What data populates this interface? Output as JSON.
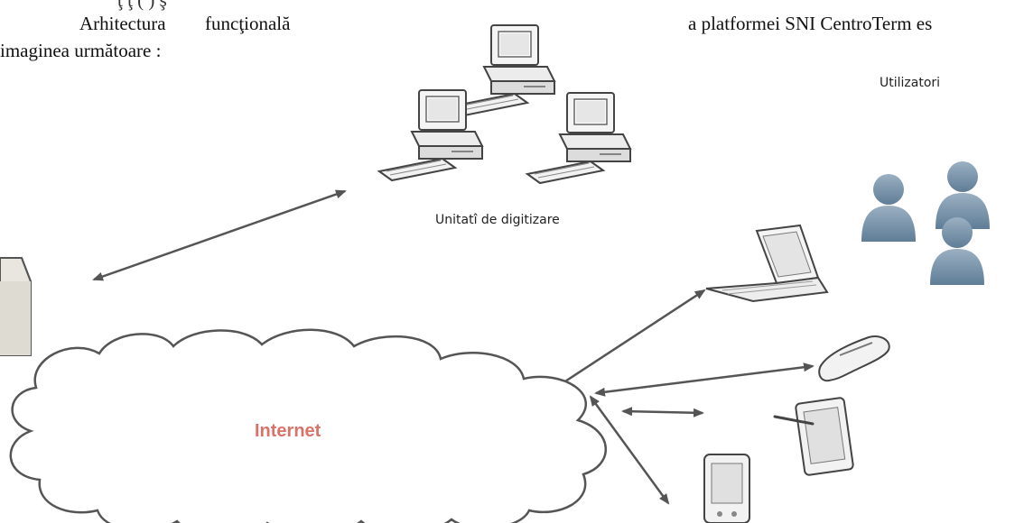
{
  "text": {
    "top_cut": "ţ ţ ( ) ş",
    "line1_left": "Arhitectura",
    "line1_mid": "funcţională",
    "line1_right": "a platformei SNI CentroTerm es",
    "line2": "imaginea următoare :"
  },
  "labels": {
    "users": "Utilizatori",
    "digitizers": "Unitatî de digitizare",
    "cloud": "Internet"
  },
  "colors": {
    "cloud_text": "#d9736a",
    "user_fill": "#7f97ad",
    "line": "#555555"
  },
  "icons": [
    "desktop-computer-icon",
    "laptop-icon",
    "mobile-phone-icon",
    "tablet-icon",
    "pda-icon",
    "users-group-icon",
    "server-icon",
    "cloud-icon"
  ]
}
